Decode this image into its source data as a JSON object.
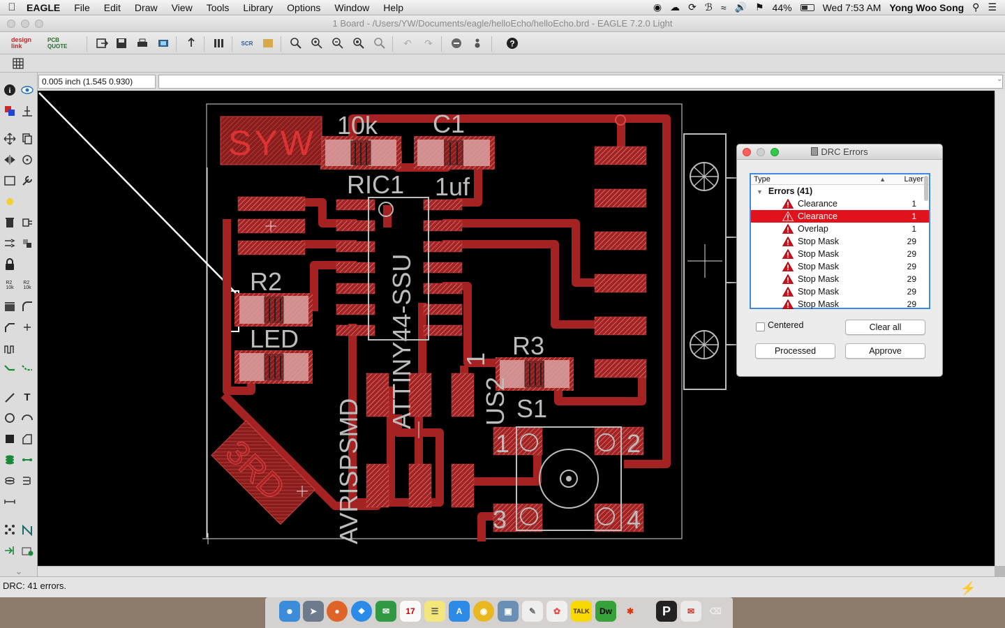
{
  "menubar": {
    "app": "EAGLE",
    "items": [
      "File",
      "Edit",
      "Draw",
      "View",
      "Tools",
      "Library",
      "Options",
      "Window",
      "Help"
    ],
    "battery": "44%",
    "clock": "Wed 7:53 AM",
    "user": "Yong Woo Song"
  },
  "window": {
    "title": "1 Board - /Users/YW/Documents/eagle/helloEcho/helloEcho.brd - EAGLE 7.2.0 Light"
  },
  "toolbar": {
    "designlink": "design link",
    "pcbquote": "PCB QUOTE"
  },
  "command": {
    "coordinates": "0.005 inch (1.545 0.930)",
    "input_value": ""
  },
  "board": {
    "labels": {
      "syw": "SYW",
      "r10k": "10k",
      "c1": "C1",
      "rc1": "RIC1",
      "uf": "1uf",
      "r2": "R2",
      "led": "LED",
      "r3": "R3",
      "s1": "S1",
      "third": "3RD",
      "attiny": "ATTINY44-SSU",
      "avr": "AVRISPSMD",
      "us2": "US2",
      "one": "1",
      "p1": "1",
      "p2": "2",
      "p3": "3",
      "p4": "4"
    }
  },
  "drc": {
    "title": "DRC Errors",
    "col_type": "Type",
    "col_layer": "Layer",
    "group": "Errors (41)",
    "rows": [
      {
        "type": "Clearance",
        "layer": "1"
      },
      {
        "type": "Clearance",
        "layer": "1"
      },
      {
        "type": "Overlap",
        "layer": "1"
      },
      {
        "type": "Stop Mask",
        "layer": "29"
      },
      {
        "type": "Stop Mask",
        "layer": "29"
      },
      {
        "type": "Stop Mask",
        "layer": "29"
      },
      {
        "type": "Stop Mask",
        "layer": "29"
      },
      {
        "type": "Stop Mask",
        "layer": "29"
      },
      {
        "type": "Stop Mask",
        "layer": "29"
      }
    ],
    "selected_index": 1,
    "centered_label": "Centered",
    "clear_all": "Clear all",
    "processed": "Processed",
    "approve": "Approve"
  },
  "status": {
    "text": "DRC: 41 errors."
  },
  "colors": {
    "copper": "#a52222",
    "pad": "#c12a2a",
    "hatch": "#d9a0a0",
    "selection": "#e0121c",
    "silk": "#bdbdbd"
  }
}
